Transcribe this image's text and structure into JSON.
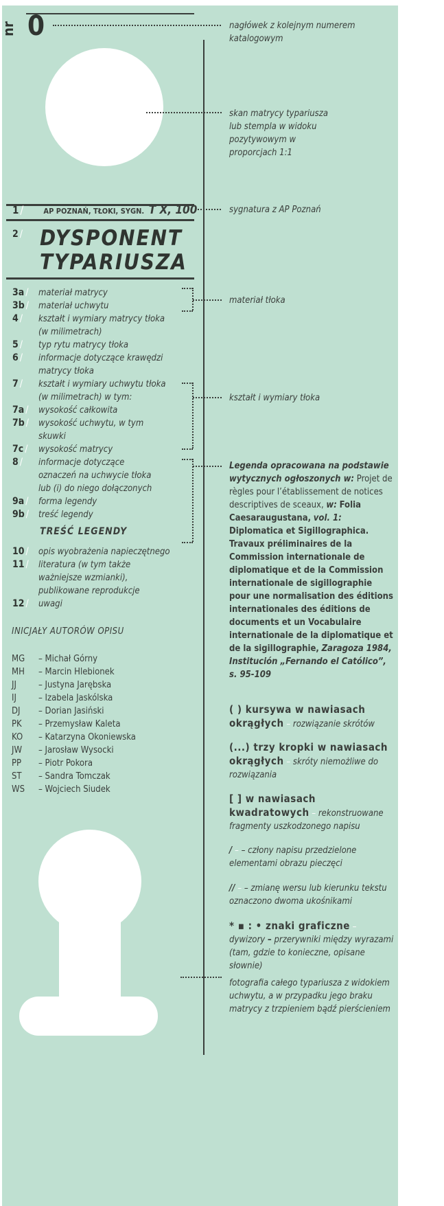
{
  "header": {
    "nr_label": "nr",
    "number": "0"
  },
  "notes": {
    "header": "nagłówek z kolejnym numerem katalogowym",
    "scan": "skan matrycy typariusza lub stempla w widoku pozytywowym w proporcjach 1:1",
    "signature": "sygnatura z AP Poznań",
    "material": "materiał tłoka",
    "shape": "kształt i wymiary tłoka",
    "photo": "fotografia całego typariusza z widokiem uchwytu, a w przypadku jego braku matrycy z trzpieniem bądź pierścieniem"
  },
  "item1": {
    "num": "1",
    "archive": "AP POZNAŃ, TŁOKI, SYGN.",
    "signature": "T X, 100"
  },
  "item2": {
    "num": "2",
    "title_line1": "DYSPONENT",
    "title_line2": "TYPARIUSZA"
  },
  "items": {
    "i3a": {
      "num": "3a",
      "text": "materiał matrycy"
    },
    "i3b": {
      "num": "3b",
      "text": "materiał uchwytu"
    },
    "i4": {
      "num": "4",
      "text": "kształt i wymiary matrycy tłoka",
      "cont": "(w milimetrach)"
    },
    "i5": {
      "num": "5",
      "text": "typ rytu matrycy tłoka"
    },
    "i6": {
      "num": "6",
      "text": "informacje dotyczące krawędzi",
      "cont": "matrycy tłoka"
    },
    "i7": {
      "num": "7",
      "text": "kształt i wymiary uchwytu tłoka",
      "cont": "(w milimetrach) w tym:"
    },
    "i7a": {
      "num": "7a",
      "text": "wysokość całkowita"
    },
    "i7b": {
      "num": "7b",
      "text": "wysokość uchwytu, w tym",
      "cont": "skuwki"
    },
    "i7c": {
      "num": "7c",
      "text": "wysokość matrycy"
    },
    "i8": {
      "num": "8",
      "text": "informacje dotyczące",
      "cont1": "oznaczeń na uchwycie tłoka",
      "cont2": "lub (i) do niego dołączonych"
    },
    "i9a": {
      "num": "9a",
      "text": "forma legendy"
    },
    "i9b": {
      "num": "9b",
      "text": "treść legendy"
    },
    "legend_heading": "TREŚĆ LEGENDY",
    "i10": {
      "num": "10",
      "text": "opis wyobrażenia napieczętnego"
    },
    "i11": {
      "num": "11",
      "text": "literatura (w tym także",
      "cont1": "ważniejsze wzmianki),",
      "cont2": "publikowane reprodukcje"
    },
    "i12": {
      "num": "12",
      "text": "uwagi"
    }
  },
  "legend_source": {
    "intro": "Legenda opracowana na podstawie wytycznych ogłoszonych w:",
    "projet": "Projet de règles pour l’établissement de notices descriptives de sceaux,",
    "w": "w:",
    "folia": "Folia Caesaraugustana,",
    "vol": "vol. 1:",
    "works": "Diplomatica et Sigillographica. Travaux préliminaires de la Commission internationale de diplomatique et de la Commission internationale de sigillographie pour une normalisation des éditions internationales des éditions de documents et un Vocabulaire internationale de la diplomatique et de la sigillographie,",
    "imprint": "Zaragoza 1984, Institución „Fernando el Católico”, s. 95-109"
  },
  "key": {
    "k1_sym": "( ) kursywa w nawiasach okrągłych",
    "k1_desc": "rozwiązanie skrótów",
    "k2_sym": "(...) trzy kropki w nawiasach okrągłych",
    "k2_desc": "skróty niemożliwe do rozwiązania",
    "k3_sym": "[ ] w nawiasach kwadratowych",
    "k3_desc": "rekonstruowane fragmenty uszkodzonego napisu",
    "k4_sym": "/",
    "k4_desc": "– człony napisu przedzielone elementami obrazu pieczęci",
    "k5_sym": "//",
    "k5_desc": "– zmianę wersu lub kierunku tekstu oznaczono dwoma ukośnikami",
    "k6_sym": "* ▪ : • znaki graficzne",
    "k6_desc1": "dywizory",
    "k6_desc2": "przerywniki między wyrazami (tam, gdzie to konieczne, opisane słownie)"
  },
  "authors": {
    "heading": "INICJAŁY AUTORÓW OPISU",
    "list": [
      {
        "ini": "MG",
        "name": "– Michał Górny"
      },
      {
        "ini": "MH",
        "name": "– Marcin Hlebionek"
      },
      {
        "ini": "JJ",
        "name": "– Justyna Jarębska"
      },
      {
        "ini": "IJ",
        "name": "– Izabela Jaskólska"
      },
      {
        "ini": "DJ",
        "name": "– Dorian Jasiński"
      },
      {
        "ini": "PK",
        "name": "– Przemysław Kaleta"
      },
      {
        "ini": "KO",
        "name": "– Katarzyna Okoniewska"
      },
      {
        "ini": "JW",
        "name": "– Jarosław Wysocki"
      },
      {
        "ini": "PP",
        "name": "– Piotr Pokora"
      },
      {
        "ini": "ST",
        "name": "– Sandra Tomczak"
      },
      {
        "ini": "WS",
        "name": "– Wojciech Siudek"
      }
    ]
  },
  "colors": {
    "background": "#bfe0d1",
    "ink": "#3a3e3b",
    "white": "#ffffff"
  }
}
